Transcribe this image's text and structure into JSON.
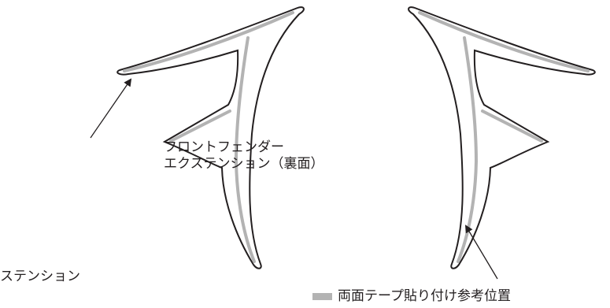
{
  "callout": {
    "line1": "フロントフェンダー",
    "line2": "エクステンション（裏面）"
  },
  "cutoff_label": "ステンション",
  "legend": {
    "text": "両面テープ貼り付け参考位置",
    "swatch_color": "#b3b3b3"
  },
  "colors": {
    "outline": "#231f20",
    "part_fill": "#ffffff",
    "tape": "#b3b3b3"
  }
}
